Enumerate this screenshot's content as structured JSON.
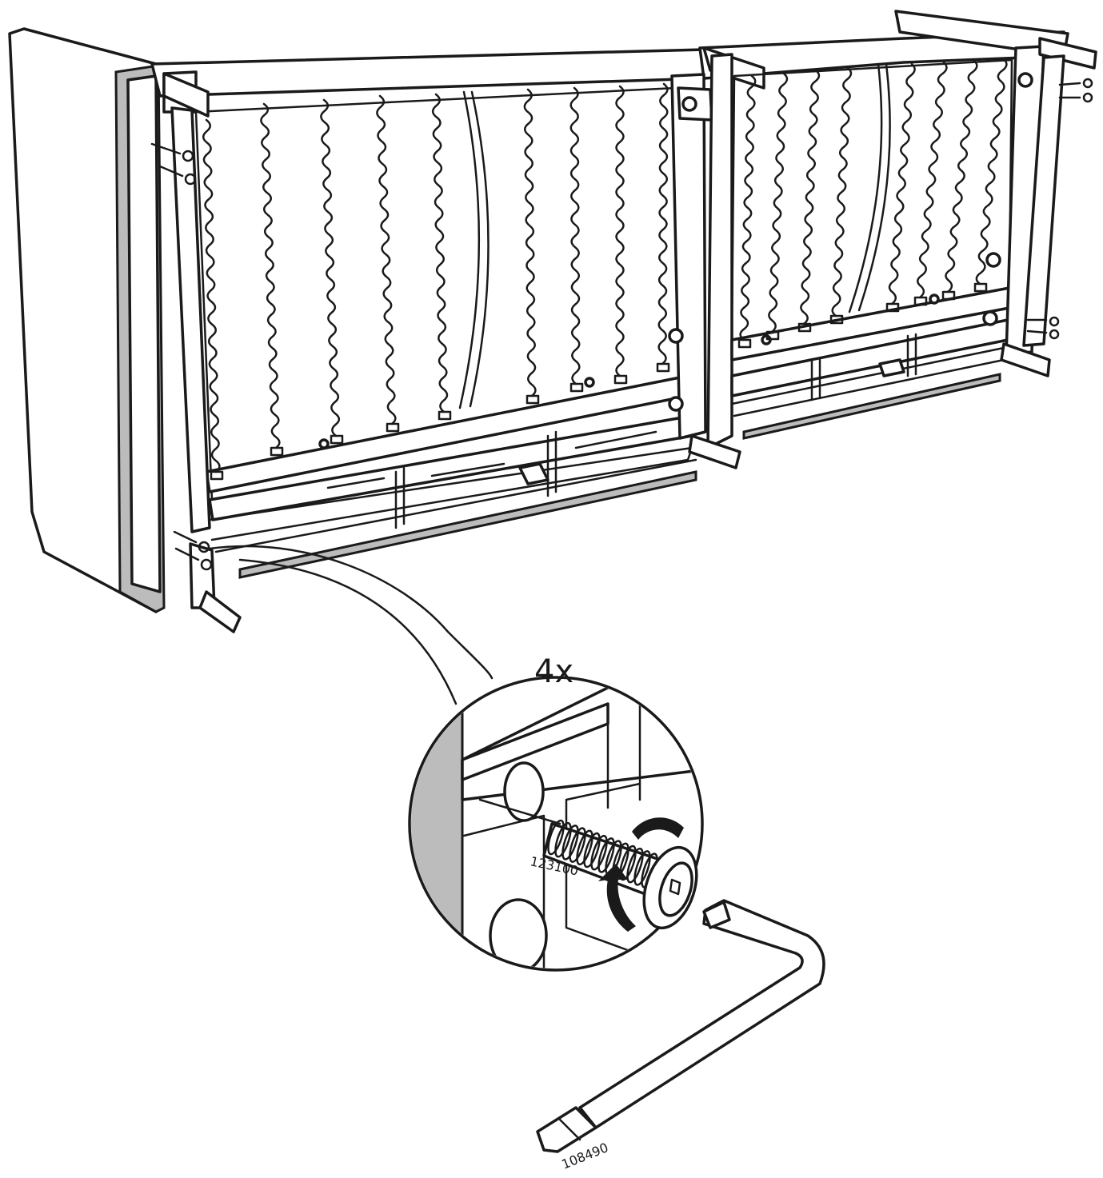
{
  "quantity_label": "4x",
  "part_numbers": {
    "bolt": "123100",
    "allen_key": "108490"
  },
  "icons": [
    "sofa-frame-icon",
    "spring-icon",
    "bolt-icon",
    "allen-key-icon",
    "rotation-arrow-icon"
  ]
}
